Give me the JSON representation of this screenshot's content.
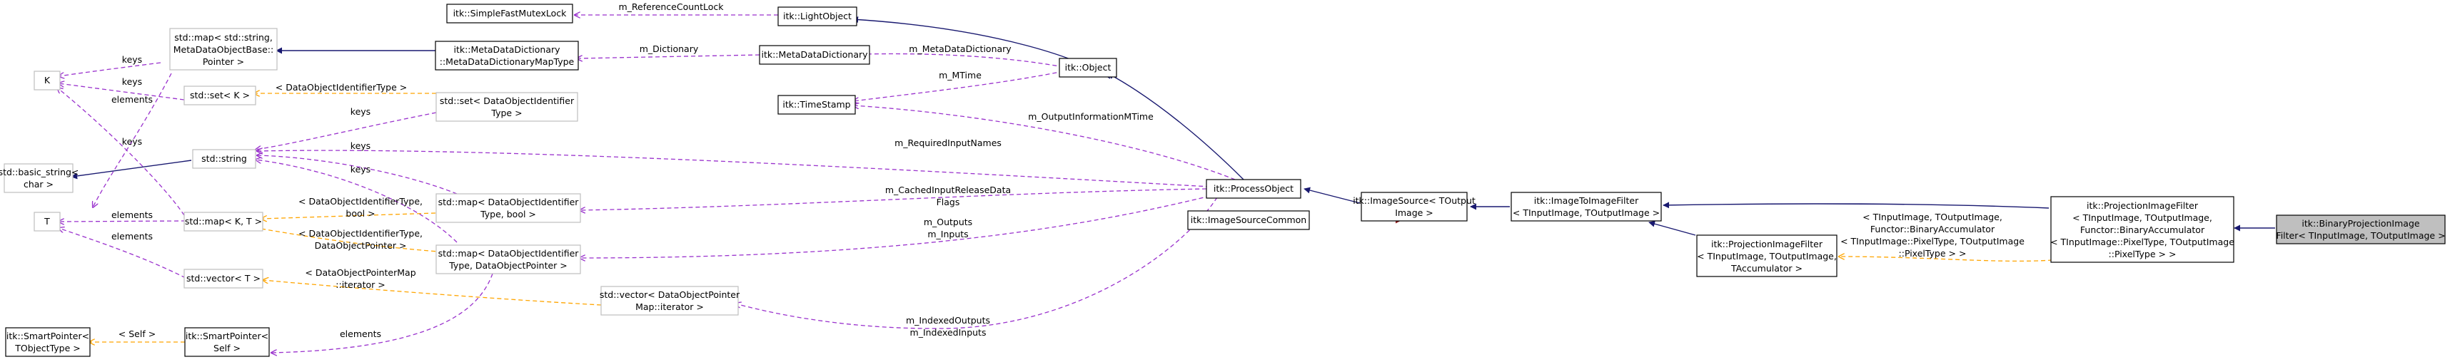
{
  "colors": {
    "inherit": "#191970",
    "usage": "#9a32cd",
    "template": "#ffa500",
    "private": "#8b1a1a",
    "focus_fill": "#bfbfbf"
  },
  "nodes": {
    "sfml": {
      "lines": [
        "itk::SimpleFastMutexLock"
      ]
    },
    "lightobject": {
      "lines": [
        "itk::LightObject"
      ]
    },
    "objectnode": {
      "lines": [
        "itk::Object"
      ]
    },
    "mdd_maptype": {
      "lines": [
        "itk::MetaDataDictionary",
        "::MetaDataDictionaryMapType"
      ]
    },
    "mdd": {
      "lines": [
        "itk::MetaDataDictionary"
      ]
    },
    "map_string": {
      "lines": [
        "std::map< std::string,",
        "MetaDataObjectBase::",
        "Pointer >"
      ]
    },
    "k": {
      "lines": [
        "K"
      ]
    },
    "set_k": {
      "lines": [
        "std::set< K >"
      ]
    },
    "basic_string": {
      "lines": [
        "std::basic_string<",
        "char >"
      ]
    },
    "t": {
      "lines": [
        "T"
      ]
    },
    "timestamp": {
      "lines": [
        "itk::TimeStamp"
      ]
    },
    "set_doi": {
      "lines": [
        "std::set< DataObjectIdentifier",
        "Type >"
      ]
    },
    "stdstring": {
      "lines": [
        "std::string"
      ]
    },
    "map_kt": {
      "lines": [
        "std::map< K, T >"
      ]
    },
    "vector_t": {
      "lines": [
        "std::vector< T >"
      ]
    },
    "map_bool": {
      "lines": [
        "std::map< DataObjectIdentifier",
        "Type, bool >"
      ]
    },
    "map_dop": {
      "lines": [
        "std::map< DataObjectIdentifier",
        "Type, DataObjectPointer >"
      ]
    },
    "vector_dopm": {
      "lines": [
        "std::vector< DataObjectPointer",
        "Map::iterator >"
      ]
    },
    "processobject": {
      "lines": [
        "itk::ProcessObject"
      ]
    },
    "imagesourcecommon": {
      "lines": [
        "itk::ImageSourceCommon"
      ]
    },
    "imagesource": {
      "lines": [
        "itk::ImageSource< TOutput",
        "Image >"
      ]
    },
    "itif": {
      "lines": [
        "itk::ImageToImageFilter",
        "< TInputImage, TOutputImage >"
      ]
    },
    "pif_tmpl": {
      "lines": [
        "itk::ProjectionImageFilter",
        "< TInputImage, TOutputImage,",
        "TAccumulator >"
      ]
    },
    "pif_inst": {
      "lines": [
        "itk::ProjectionImageFilter",
        "< TInputImage, TOutputImage,",
        "Functor::BinaryAccumulator",
        "< TInputImage::PixelType, TOutputImage",
        "::PixelType > >"
      ]
    },
    "sp_tobj": {
      "lines": [
        "itk::SmartPointer<",
        "TObjectType >"
      ]
    },
    "sp_self": {
      "lines": [
        "itk::SmartPointer<",
        "Self >"
      ]
    },
    "focus": {
      "lines": [
        "itk::BinaryProjectionImage",
        "Filter< TInputImage, TOutputImage >"
      ]
    }
  },
  "edge_labels": {
    "m_referencecountlock": [
      "m_ReferenceCountLock"
    ],
    "m_dictionary": [
      "m_Dictionary"
    ],
    "m_metadatadictionary": [
      "m_MetaDataDictionary"
    ],
    "m_mtime": [
      "m_MTime"
    ],
    "m_outputinformationmtime": [
      "m_OutputInformationMTime"
    ],
    "m_requiredinputnames": [
      "m_RequiredInputNames"
    ],
    "m_cachedinputreleasedataflags": [
      "m_CachedInputReleaseData",
      "Flags"
    ],
    "m_outputs_inputs": [
      "m_Outputs",
      "m_Inputs"
    ],
    "m_indexed": [
      "m_IndexedOutputs",
      "m_IndexedInputs"
    ],
    "keys_map_string": [
      "keys"
    ],
    "keys_set_k": [
      "keys"
    ],
    "elements_t": [
      "elements"
    ],
    "keys_k_from_map": [
      "keys"
    ],
    "tmpl_doi_type": [
      "< DataObjectIdentifierType >"
    ],
    "keys_set_doi": [
      "keys"
    ],
    "keys_map_bool": [
      "keys"
    ],
    "keys_map_dop": [
      "keys"
    ],
    "elements_map_kt": [
      "elements"
    ],
    "elements_vector_t": [
      "elements"
    ],
    "tmpl_doi_bool": [
      "< DataObjectIdentifierType,",
      "bool >"
    ],
    "tmpl_doi_dop": [
      "< DataObjectIdentifierType,",
      "DataObjectPointer >"
    ],
    "tmpl_dopm_iter": [
      "< DataObjectPointerMap",
      "::iterator >"
    ],
    "tmpl_self": [
      "< Self >"
    ],
    "elements_sp_self": [
      "elements"
    ],
    "tmpl_binaryaccumulator": [
      "< TInputImage, TOutputImage,",
      "Functor::BinaryAccumulator",
      "< TInputImage::PixelType, TOutputImage",
      "::PixelType > >"
    ]
  }
}
